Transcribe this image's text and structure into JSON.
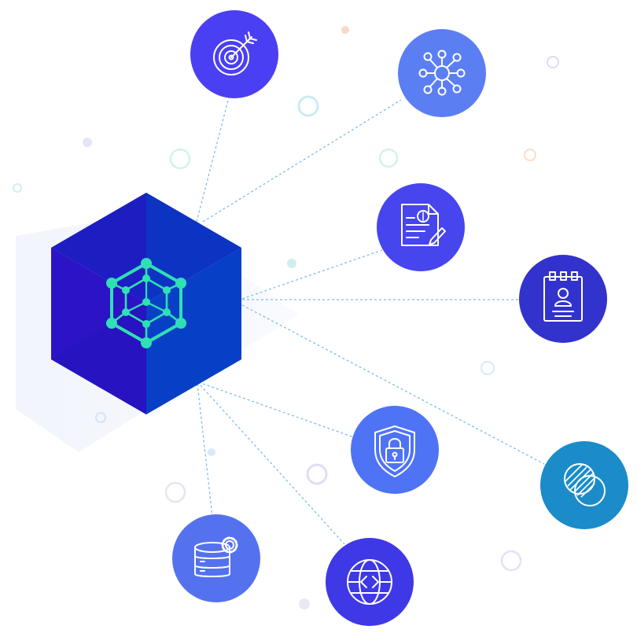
{
  "colors": {
    "background": "#ffffff",
    "connector": "#7dbde8",
    "hub_left": "#2c13c6",
    "hub_right": "#0740c6",
    "hub_top": "#1327c2",
    "hub_icon": "#2fe0b4",
    "icon_stroke": "#ffffff"
  },
  "hub": {
    "icon": "network-cube-icon"
  },
  "nodes": [
    {
      "id": "target",
      "icon": "target-arrow-icon",
      "color": "#4a3ff3"
    },
    {
      "id": "network",
      "icon": "hub-network-icon",
      "color": "#5b7ff2"
    },
    {
      "id": "invoice",
      "icon": "signed-invoice-icon",
      "color": "#4745ee"
    },
    {
      "id": "profile",
      "icon": "profile-notepad-icon",
      "color": "#3232cc"
    },
    {
      "id": "shield",
      "icon": "shield-lock-icon",
      "color": "#4f73f5"
    },
    {
      "id": "circles",
      "icon": "overlapping-circles-icon",
      "color": "#1b8cc9"
    },
    {
      "id": "database",
      "icon": "database-gear-icon",
      "color": "#5472ee"
    },
    {
      "id": "globe",
      "icon": "globe-code-icon",
      "color": "#3f38e6"
    }
  ]
}
